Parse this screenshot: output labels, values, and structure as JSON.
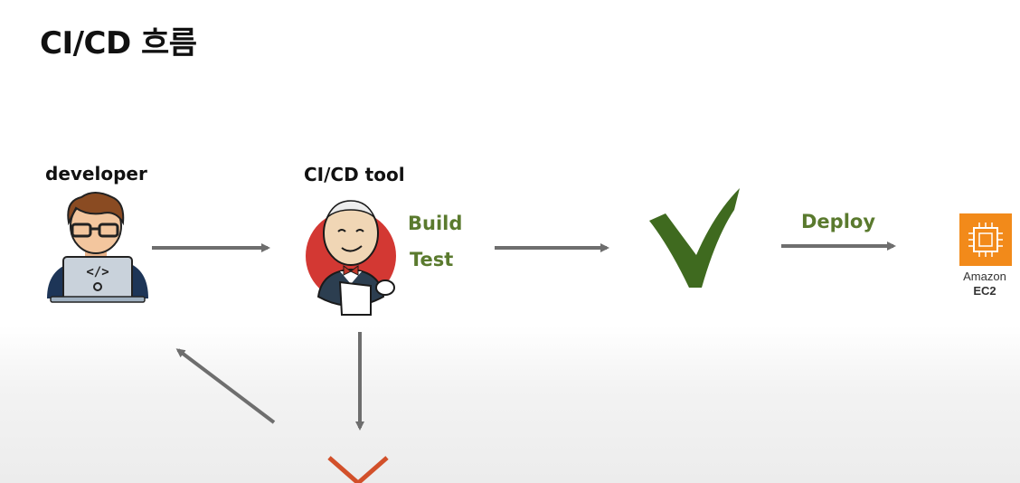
{
  "title": "CI/CD 흐름",
  "nodes": {
    "developer": "developer",
    "cicd_tool": "CI/CD tool",
    "aws_service": "Amazon",
    "aws_product": "EC2"
  },
  "steps": {
    "build": "Build",
    "test": "Test",
    "deploy": "Deploy"
  },
  "colors": {
    "arrow": "#6e6e6e",
    "step_text": "#5a7a2e",
    "check": "#3f6a1f",
    "fail_mark": "#d2502a",
    "ec2_orange": "#f28a1a"
  },
  "icons": [
    "developer-laptop-icon",
    "jenkins-butler-icon",
    "checkmark-icon",
    "ec2-icon",
    "fail-mark-icon"
  ]
}
